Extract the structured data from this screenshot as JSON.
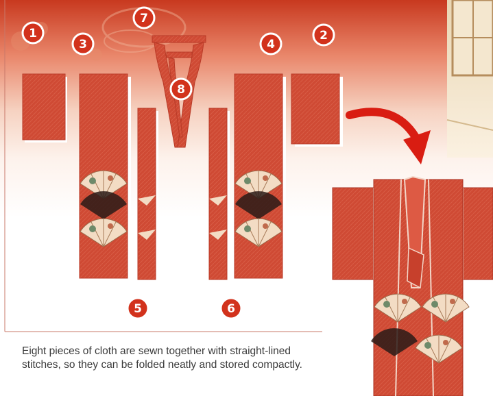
{
  "caption": "Eight pieces of cloth are sewn together with straight-lined stitches, so they can be folded neatly and stored compactly.",
  "piece_numbers": [
    "1",
    "2",
    "3",
    "4",
    "5",
    "6",
    "7",
    "8"
  ],
  "colors": {
    "cloth": "#cf4a34",
    "cloth_dark": "#b83a27",
    "badge": "#d2321c",
    "badge_ring": "#ffffff",
    "arrow": "#d91d12",
    "frame_line": "#c8786a",
    "fan_cream": "#f3dcc4",
    "fan_black": "#2a1b18"
  },
  "icons": [
    "curved-arrow-icon",
    "folding-fan-pattern"
  ]
}
